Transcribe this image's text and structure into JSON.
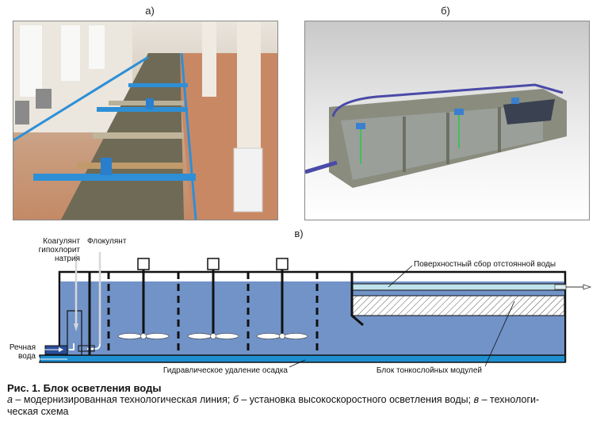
{
  "panels": {
    "a": {
      "label": "а)",
      "description": "photo: modernized water clarification line with blue mixer bridges over concrete tanks"
    },
    "b": {
      "label": "б)",
      "description": "3D render: high-rate clarification unit with mixers, pipes and lamella block"
    },
    "c": {
      "label": "в)"
    }
  },
  "diagram": {
    "labels": {
      "coagulant": [
        "Коагулянт",
        "гипохлорит",
        "натрия"
      ],
      "flocculant": "Флокулянт",
      "river_water": [
        "Речная",
        "вода"
      ],
      "surface_collection": "Поверхностный сбор отстоянной воды",
      "sludge_removal": "Гидравлическое удаление осадка",
      "lamella_block": "Блок тонкослойных модулей"
    },
    "mixers_count": 3,
    "colors": {
      "water": "#7193c8",
      "bottom_channel": "#1e8fd0",
      "collector_pipe": "#bfe3ec",
      "outline": "#111111"
    }
  },
  "caption": {
    "title": "Рис. 1. Блок осветления воды",
    "items": [
      {
        "letter": "а",
        "text": " – модернизированная технологическая линия; "
      },
      {
        "letter": "б",
        "text": " – установка высокоскоростного осветления воды; "
      },
      {
        "letter": "в",
        "text": " – технологи-"
      }
    ],
    "continuation": "ческая схема"
  }
}
